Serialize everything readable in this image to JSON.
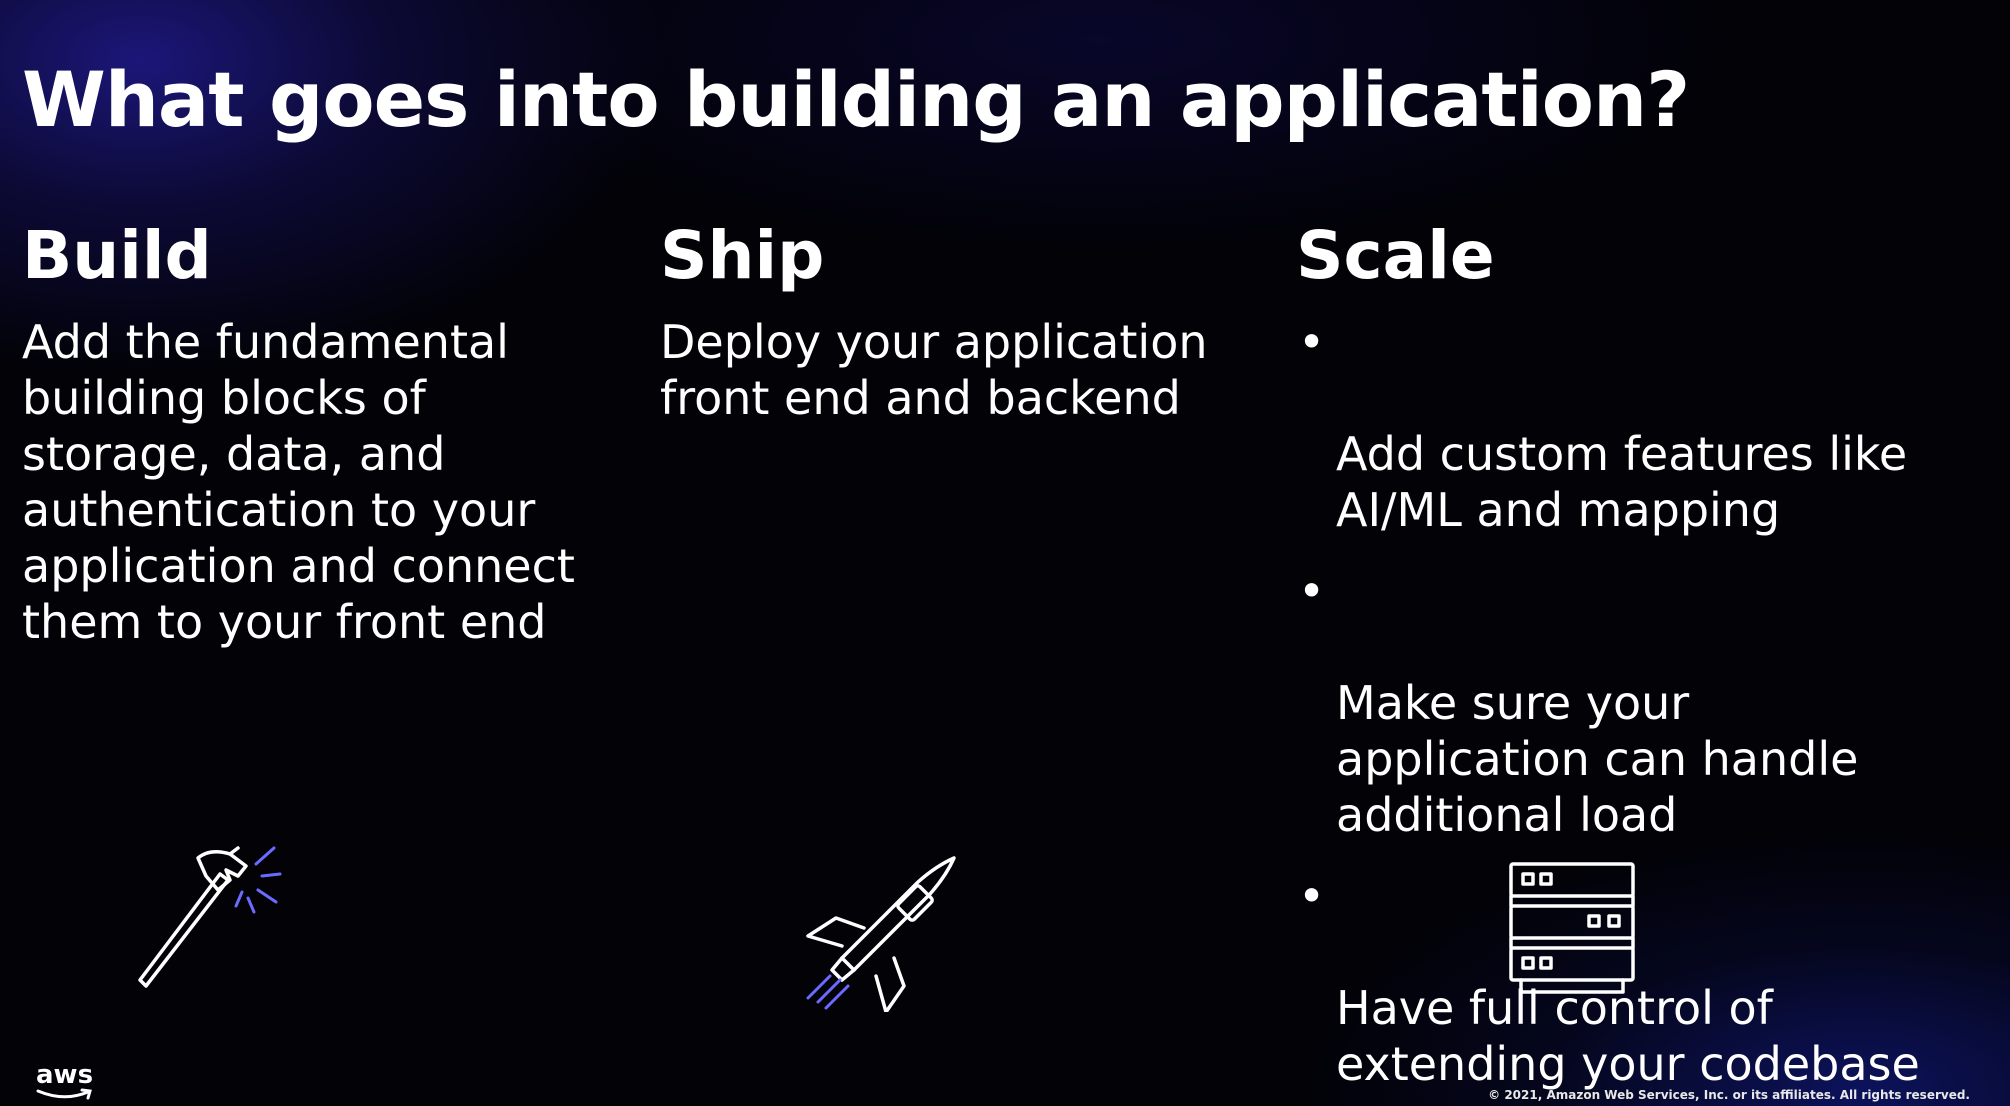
{
  "slide": {
    "title": "What goes into building an application?",
    "columns": [
      {
        "heading": "Build",
        "body": "Add the fundamental\nbuilding blocks of\nstorage, data, and\nauthentication to your\napplication and connect\nthem to your front end",
        "icon": "hammer-icon"
      },
      {
        "heading": "Ship",
        "body": "Deploy your application\nfront end and backend",
        "icon": "rocket-icon"
      },
      {
        "heading": "Scale",
        "bullets": [
          "Add custom features like\nAI/ML and mapping",
          "Make sure your\napplication can handle\nadditional load",
          "Have full control of\nextending your codebase"
        ],
        "bullet_symbol": "•",
        "icon": "server-stack-icon"
      }
    ]
  },
  "footer": {
    "logo_text": "aws",
    "copyright": "© 2021, Amazon Web Services, Inc. or its affiliates. All rights reserved."
  },
  "colors": {
    "text": "#ffffff",
    "icon_line": "#ffffff",
    "icon_accent": "#6b6cff",
    "background_glow": "#201a8c"
  }
}
